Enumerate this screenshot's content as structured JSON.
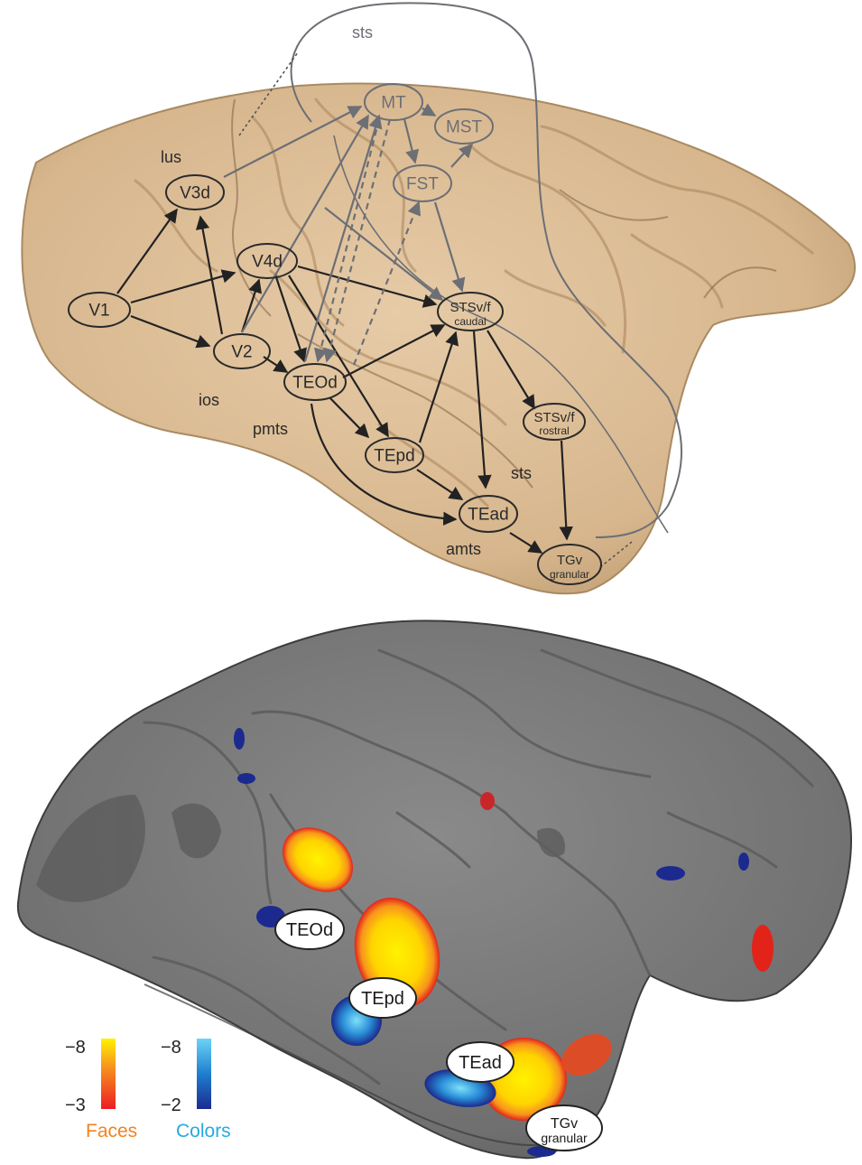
{
  "top_panel": {
    "sulci": {
      "sts_top": "sts",
      "lus": "lus",
      "ios": "ios",
      "pmts": "pmts",
      "sts_lower": "sts",
      "amts": "amts"
    },
    "nodes": {
      "V1": "V1",
      "V2": "V2",
      "V3d": "V3d",
      "V4d": "V4d",
      "TEOd": "TEOd",
      "TEpd": "TEpd",
      "TEad": "TEad",
      "MT": "MT",
      "MST": "MST",
      "FST": "FST",
      "STSc_main": "STSv/f",
      "STSc_sub": "caudal",
      "STSr_main": "STSv/f",
      "STSr_sub": "rostral",
      "TGv_main": "TGv",
      "TGv_sub": "granular"
    }
  },
  "bottom_panel": {
    "labels": {
      "TEOd": "TEOd",
      "TEpd": "TEpd",
      "TEad": "TEad",
      "TGv_main": "TGv",
      "TGv_sub": "granular"
    },
    "legend": {
      "faces": {
        "title": "Faces",
        "max": "−8",
        "min": "−3",
        "color": "#f58220"
      },
      "colors": {
        "title": "Colors",
        "max": "−8",
        "min": "−2",
        "color": "#27aae1"
      }
    }
  }
}
